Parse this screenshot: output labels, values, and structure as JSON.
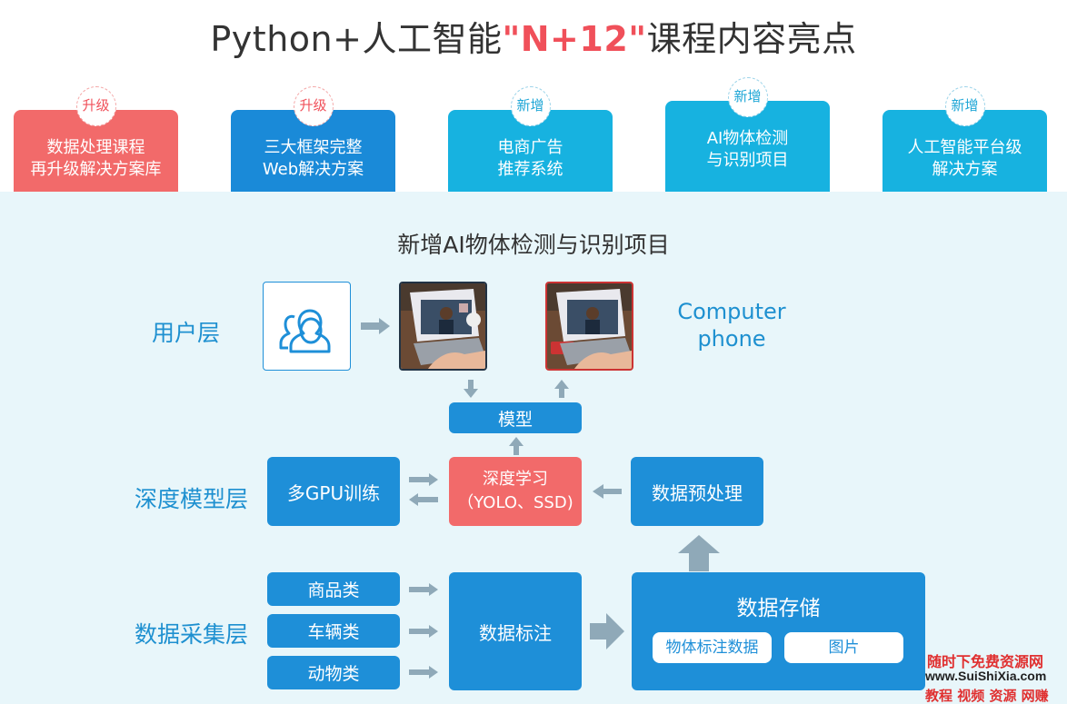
{
  "header": {
    "title_pre": "Python+人工智能",
    "title_accent": "\"N+12\"",
    "title_post": "课程内容亮点"
  },
  "cards": [
    {
      "badge": "升级",
      "line1": "数据处理课程",
      "line2": "再升级解决方案库",
      "color": "#f26a6a"
    },
    {
      "badge": "升级",
      "line1": "三大框架完整",
      "line2": "Web解决方案",
      "color": "#1a8ad8"
    },
    {
      "badge": "新增",
      "line1": "电商广告",
      "line2": "推荐系统",
      "color": "#17b2e0"
    },
    {
      "badge": "新增",
      "line1": "AI物体检测",
      "line2": "与识别项目",
      "color": "#17b2e0"
    },
    {
      "badge": "新增",
      "line1": "人工智能平台级",
      "line2": "解决方案",
      "color": "#17b2e0"
    }
  ],
  "diagram": {
    "title": "新增AI物体检测与识别项目",
    "layers": {
      "user": "用户层",
      "model": "深度模型层",
      "collect": "数据采集层"
    },
    "devices": {
      "line1": "Computer",
      "line2": "phone"
    },
    "model_box": "模型",
    "multi_gpu": "多GPU训练",
    "deep_learning": {
      "line1": "深度学习",
      "line2": "（YOLO、SSD)"
    },
    "preprocess": "数据预处理",
    "categories": [
      "商品类",
      "车辆类",
      "动物类"
    ],
    "annotate": "数据标注",
    "storage": {
      "title": "数据存储",
      "items": [
        "物体标注数据",
        "图片"
      ]
    }
  },
  "watermark": {
    "line1": "随时下免费资源网",
    "line2": "www.SuiShiXia.com",
    "line3": "教程 视频 资源 网赚"
  },
  "colors": {
    "accent": "#f0505a",
    "blue": "#1e8fd8",
    "cyan": "#17b2e0",
    "red": "#f26a6a",
    "panel": "#e8f6fa",
    "arrow": "#8fa9b8"
  }
}
